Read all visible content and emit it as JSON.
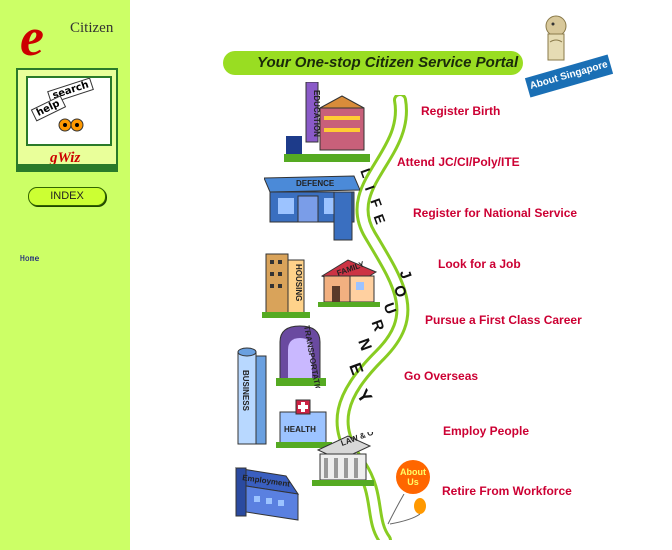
{
  "sidebar": {
    "logo": {
      "e": "e",
      "text": "Citizen"
    },
    "gwiz": {
      "search_tag": "search",
      "help_tag": "help",
      "label": "gWiz"
    },
    "index_button": "INDEX",
    "home_link": "Home"
  },
  "banner": {
    "title": "Your One-stop Citizen Service Portal",
    "about_singapore": "About Singapore"
  },
  "journey": {
    "life_letters": [
      "L",
      "I",
      "F",
      "E"
    ],
    "journey_letters": [
      "J",
      "O",
      "U",
      "R",
      "N",
      "E",
      "Y"
    ]
  },
  "life_events": [
    "Register Birth",
    "Attend JC/CI/Poly/ITE",
    "Register for National Service",
    "Look for a Job",
    "Pursue a First Class Career",
    "Go Overseas",
    "Employ People",
    "Retire From Workforce"
  ],
  "buildings": {
    "education": "EDUCATION",
    "defence": "DEFENCE",
    "housing": "HOUSING",
    "family": "FAMILY",
    "transportation": "TRANSPORTATION",
    "business": "BUSINESS",
    "health": "HEALTH",
    "law_order": "LAW & ORDER",
    "employment": "Employment"
  },
  "about_us": "About Us",
  "colors": {
    "sidebar": "#ccff66",
    "link": "#cc0033",
    "banner": "#99dd22",
    "about_singapore": "#1a6fb5"
  }
}
